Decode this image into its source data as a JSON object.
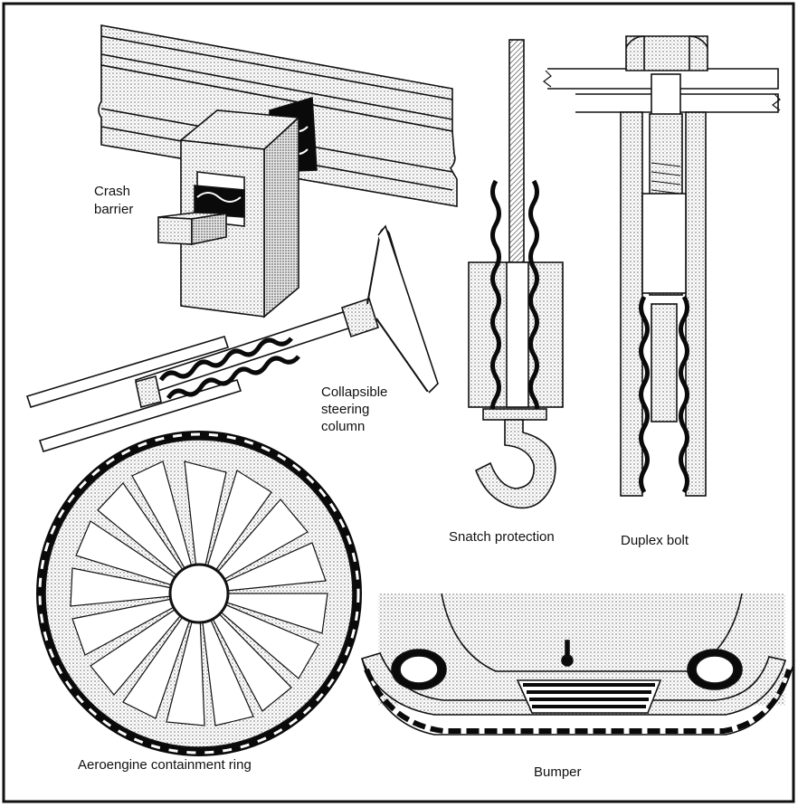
{
  "labels": {
    "crash_barrier_1": "Crash",
    "crash_barrier_2": "barrier",
    "steering_1": "Collapsible",
    "steering_2": "steering",
    "steering_3": "column",
    "snatch": "Snatch protection",
    "duplex": "Duplex bolt",
    "aeroengine": "Aeroengine containment ring",
    "bumper": "Bumper"
  },
  "colors": {
    "stroke": "#111111",
    "stipple": "#d4d4d4",
    "background": "#ffffff",
    "strip": "#0a0a0a"
  }
}
